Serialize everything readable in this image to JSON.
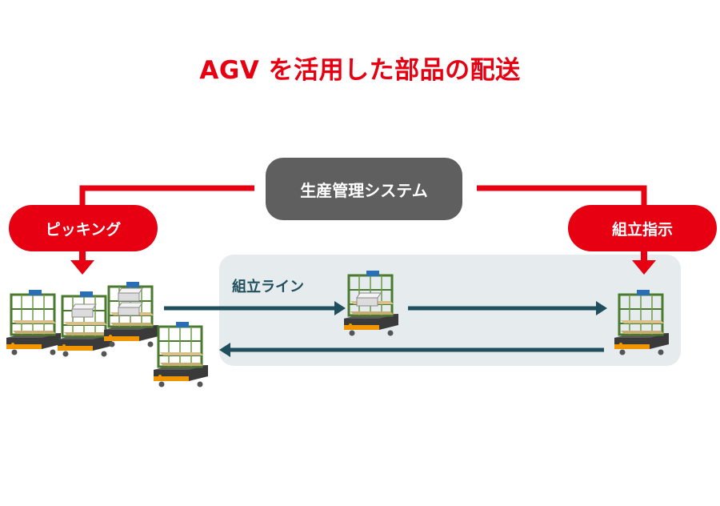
{
  "title": "AGV を活用した部品の配送",
  "nodes": {
    "system": "生産管理システム",
    "picking": "ピッキング",
    "assembly_instruction": "組立指示",
    "assembly_line": "組立ライン"
  },
  "colors": {
    "accent_red": "#e60012",
    "system_gray": "#5f5f5f",
    "line_area": "#e6ebee",
    "flow_arrow": "#1f4f5c",
    "cart_frame": "#5c8a3a",
    "agv_body": "#3a3a3a",
    "agv_accent": "#f29600"
  }
}
